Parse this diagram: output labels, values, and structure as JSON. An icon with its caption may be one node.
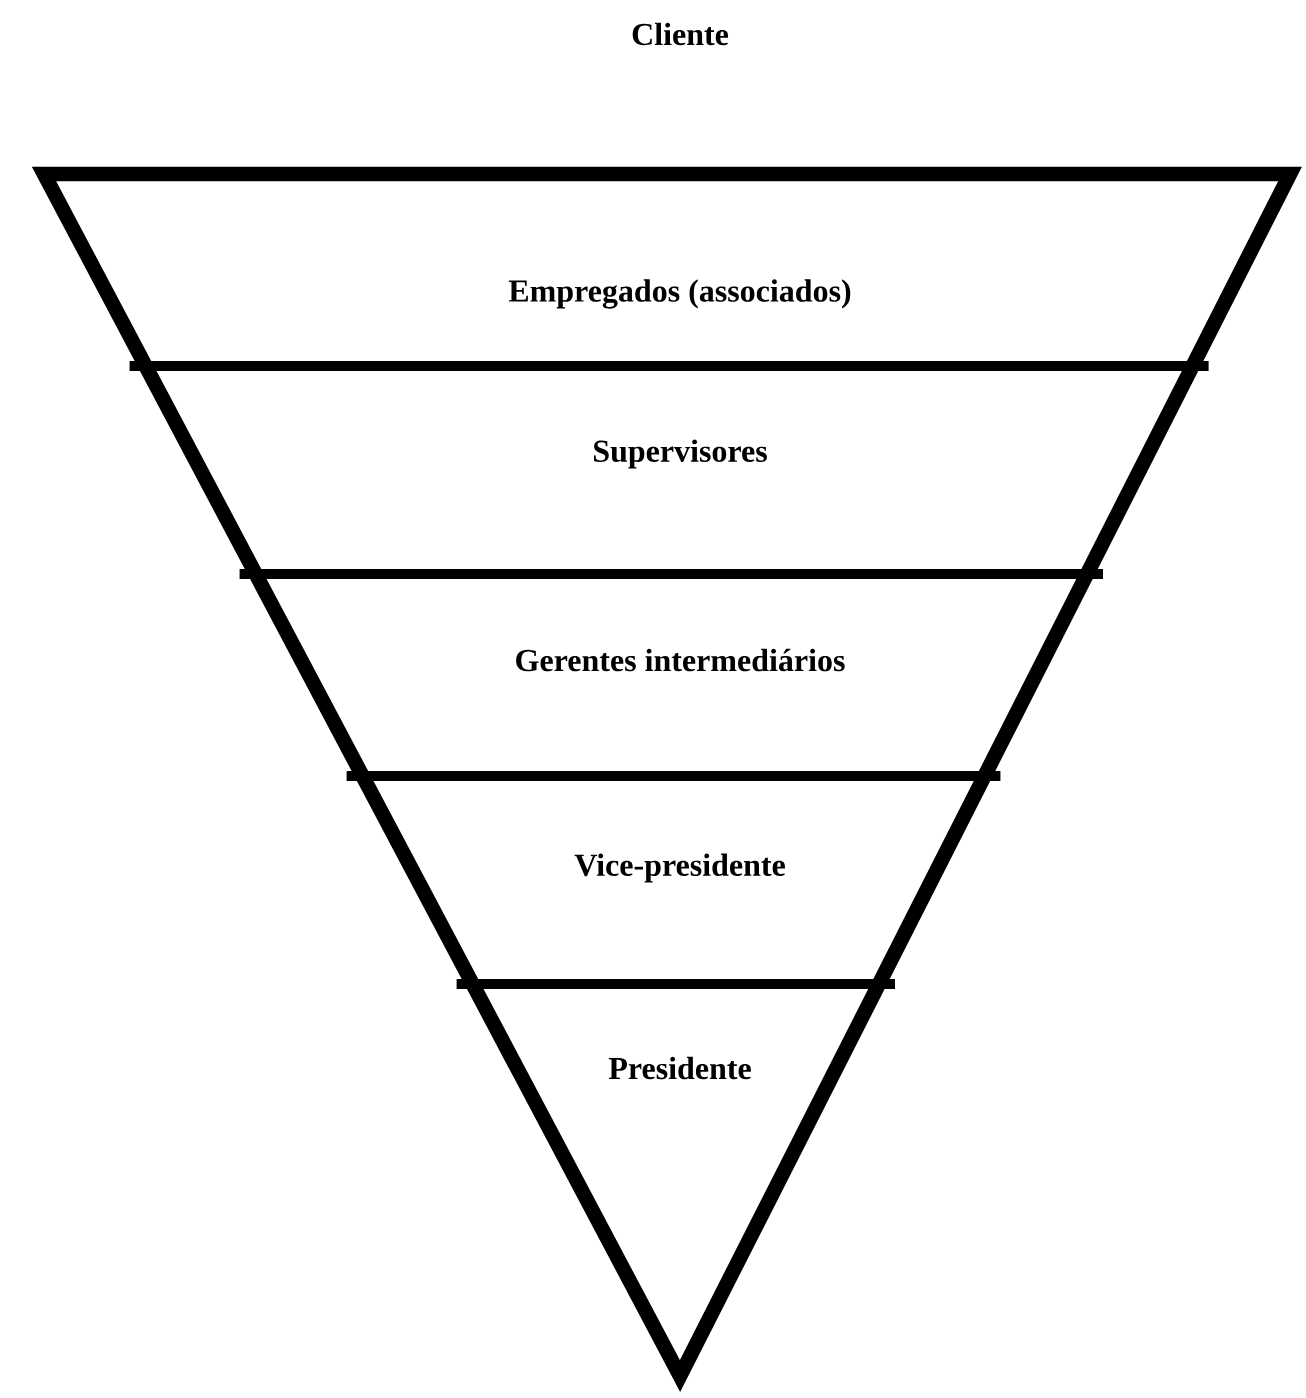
{
  "diagram": {
    "nodes": [
      {
        "text": [
          "Empregados (associados)"
        ]
      },
      {
        "text": [
          "Supervisores"
        ]
      },
      {
        "text": [
          "Gerentes intermediários"
        ]
      },
      {
        "text": [
          "Vice-presidente"
        ]
      },
      {
        "text": [
          "Presidente"
        ]
      }
    ],
    "labels": [
      "Cliente"
    ]
  }
}
